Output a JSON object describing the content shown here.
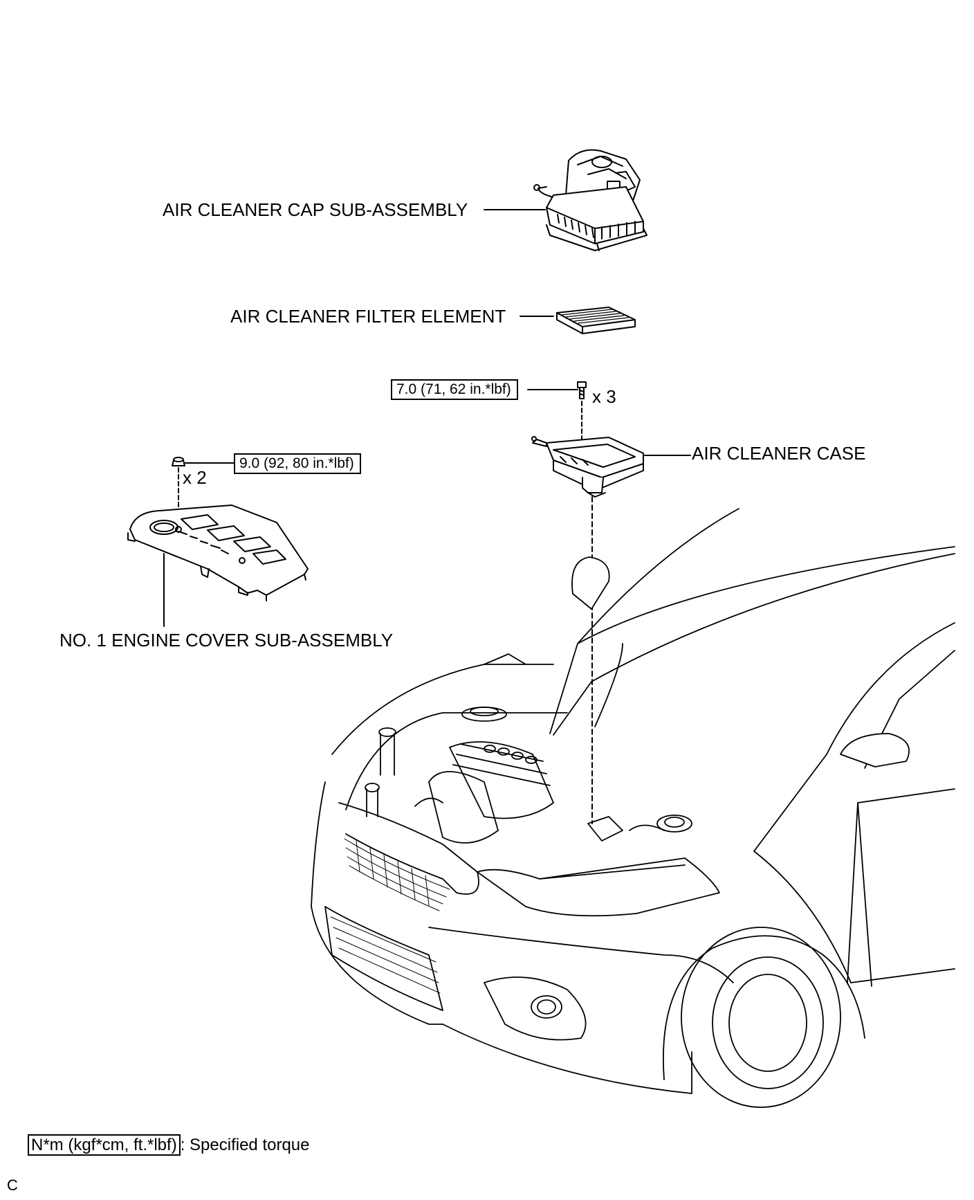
{
  "labels": {
    "cap": "AIR CLEANER CAP SUB-ASSEMBLY",
    "filter": "AIR CLEANER FILTER ELEMENT",
    "case": "AIR CLEANER CASE",
    "engine_cover": "NO. 1 ENGINE COVER SUB-ASSEMBLY"
  },
  "torques": {
    "case_bolt": "7.0 (71, 62 in.*lbf)",
    "cover_nut": "9.0 (92, 80 in.*lbf)"
  },
  "quantities": {
    "case_bolt": "x 3",
    "cover_nut": "x 2"
  },
  "legend": {
    "unit_box": "N*m (kgf*cm, ft.*lbf)",
    "text": ": Specified torque"
  },
  "footer_letter": "C"
}
